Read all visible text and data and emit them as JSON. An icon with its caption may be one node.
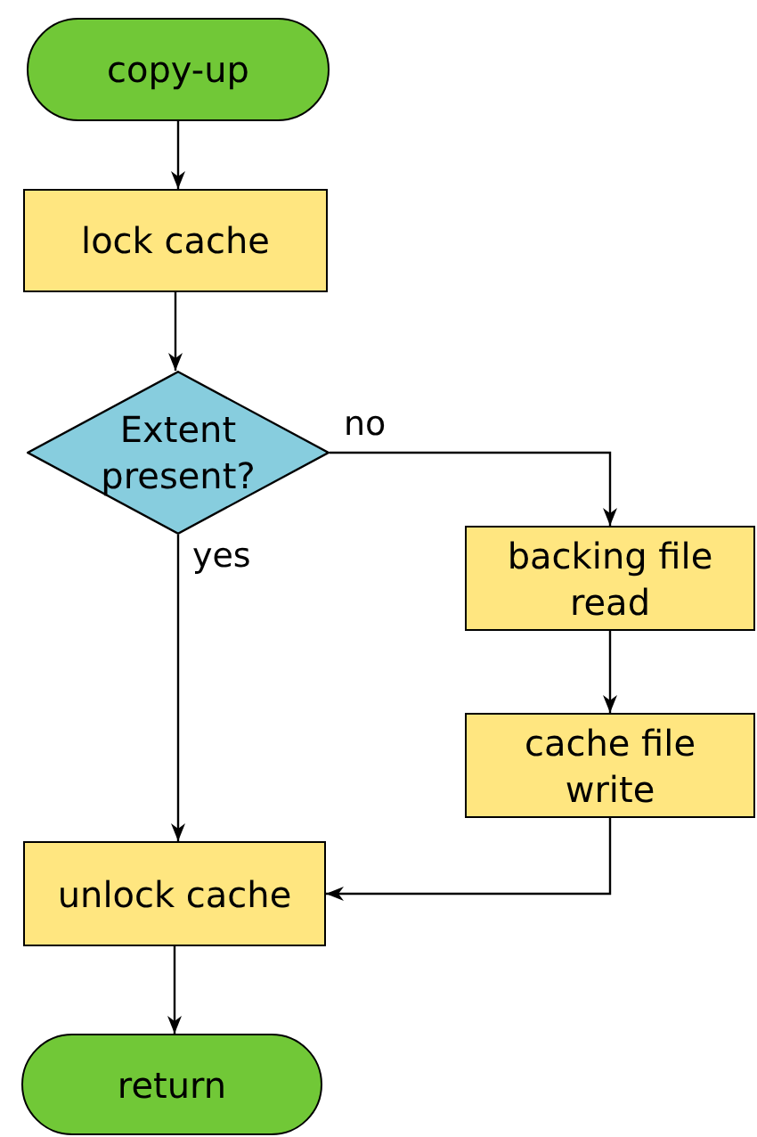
{
  "diagram": {
    "nodes": [
      {
        "text": [
          "copy-up"
        ]
      },
      {
        "text": [
          "lock cache"
        ]
      },
      {
        "text": [
          "Extent present?"
        ]
      },
      {
        "text": [
          "backing file read"
        ]
      },
      {
        "text": [
          "cache file write"
        ]
      },
      {
        "text": [
          "unlock cache"
        ]
      },
      {
        "text": [
          "return"
        ]
      }
    ],
    "edges": [
      {
        "from": 0,
        "to": 1,
        "arrow": "to"
      },
      {
        "from": 1,
        "to": 2,
        "arrow": "to"
      },
      {
        "from": 2,
        "to": 3,
        "arrow": "to",
        "label": "no"
      },
      {
        "from": 2,
        "to": 5,
        "arrow": "to",
        "label": "yes"
      },
      {
        "from": 3,
        "to": 4,
        "arrow": "to"
      },
      {
        "from": 4,
        "to": 5,
        "arrow": "to"
      },
      {
        "from": 5,
        "to": 6,
        "arrow": "to"
      }
    ]
  }
}
